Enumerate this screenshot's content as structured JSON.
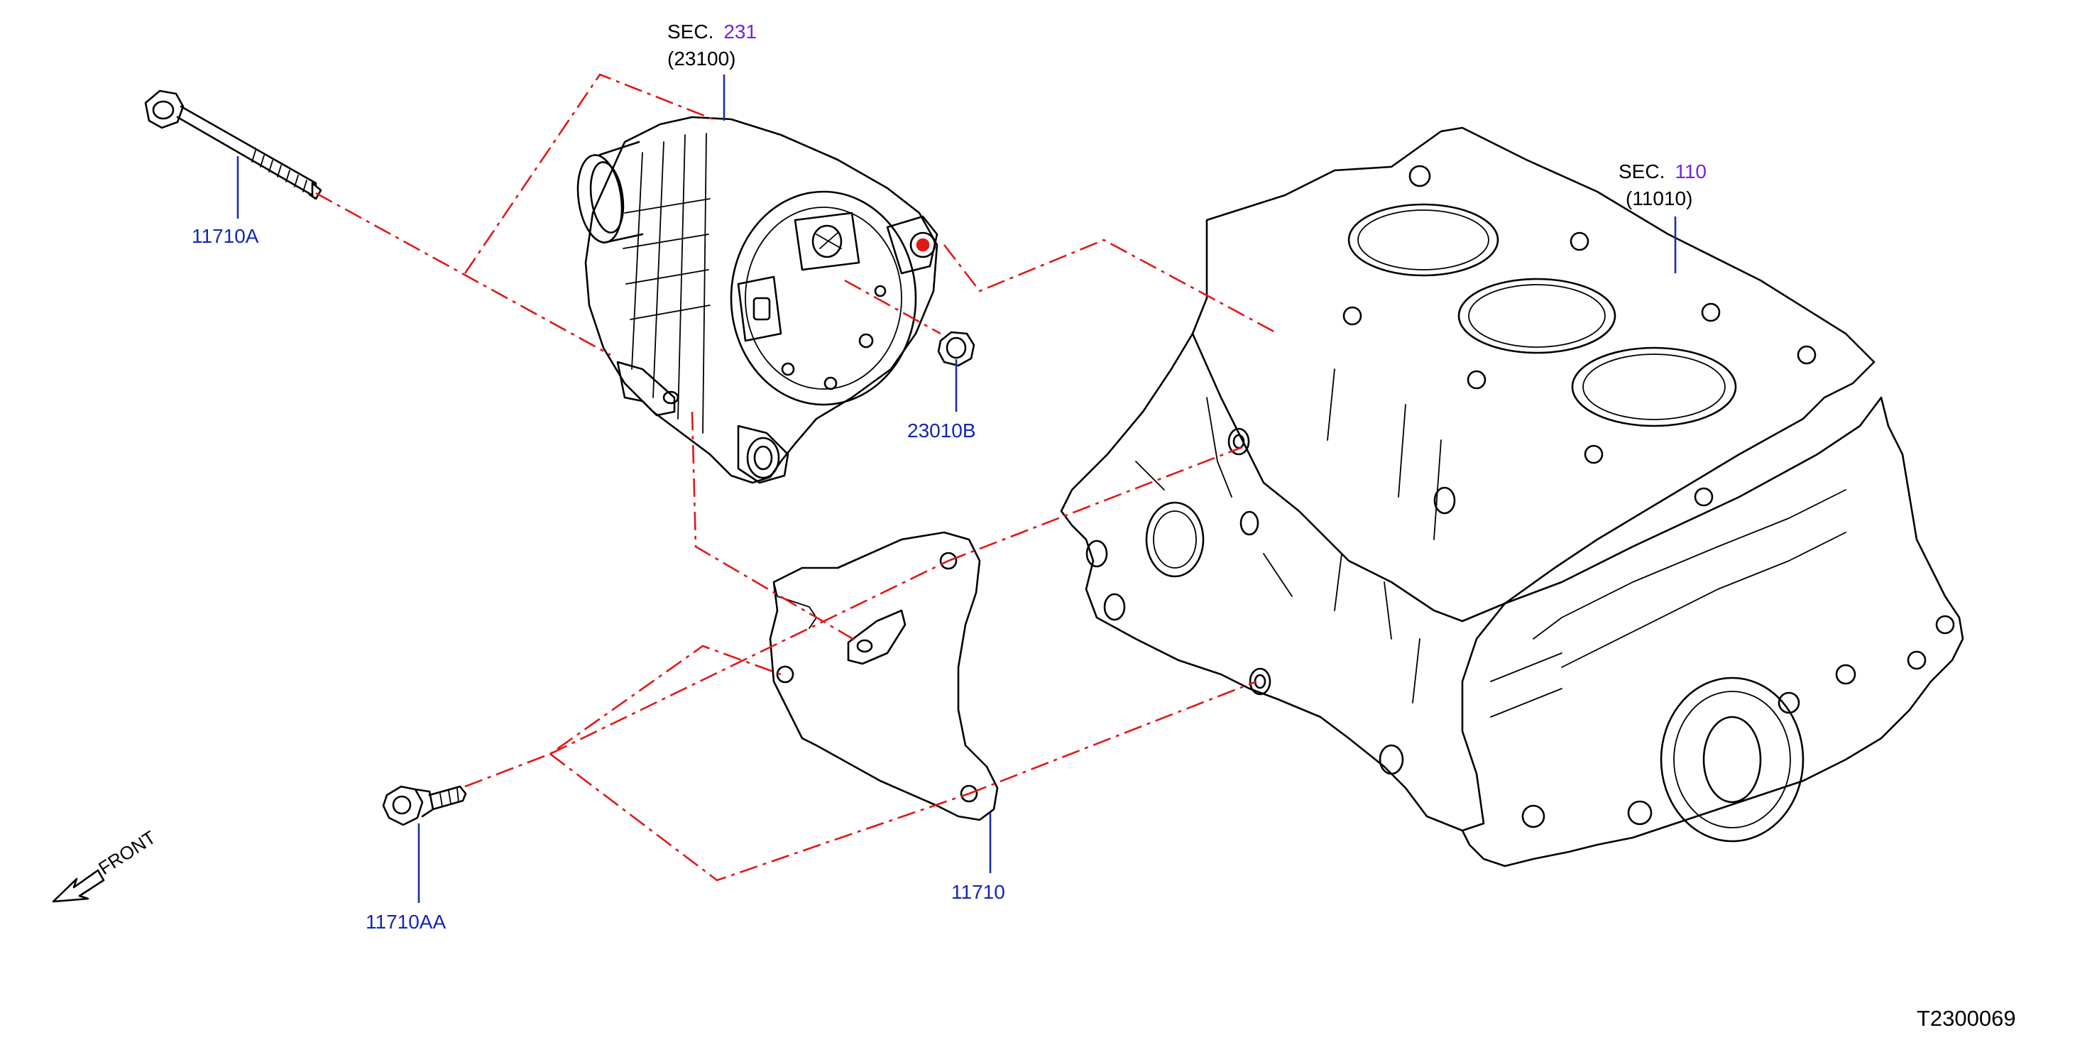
{
  "sections": [
    {
      "prefix": "SEC.",
      "number": "231",
      "code": "(23100)"
    },
    {
      "prefix": "SEC.",
      "number": "110",
      "code": "(11010)"
    }
  ],
  "parts": [
    {
      "id": "11710A"
    },
    {
      "id": "23010B"
    },
    {
      "id": "11710"
    },
    {
      "id": "11710AA"
    }
  ],
  "front_label": "FRONT",
  "figure_code": "T2300069",
  "colors": {
    "leader": "#1a2fa8",
    "part_label": "#1226b8",
    "section_number": "#7a22d6",
    "alignment_line": "#e01818"
  }
}
